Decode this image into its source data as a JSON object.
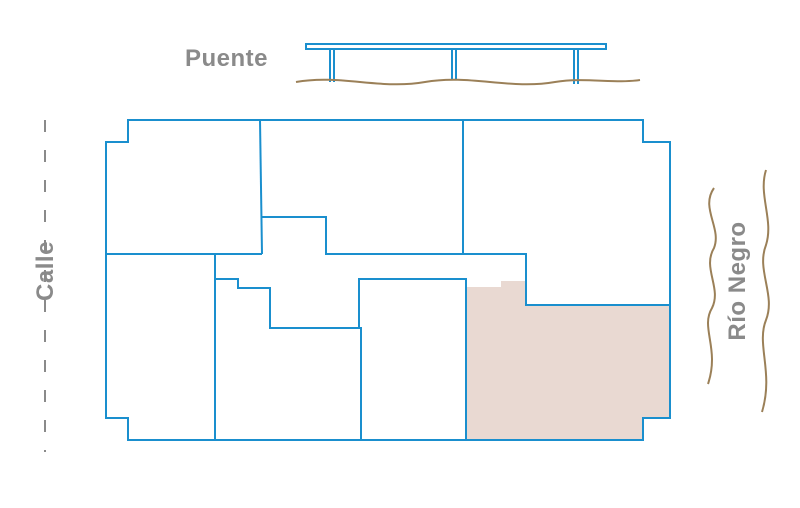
{
  "labels": {
    "bridge": "Puente",
    "street": "Calle",
    "river": "Río Negro"
  },
  "colors": {
    "outline": "#1a8fce",
    "highlight_fill": "#e9d9d2",
    "label_text": "#8a8a8a",
    "river_line": "#9b8058",
    "street_line": "#8a8a8a"
  }
}
